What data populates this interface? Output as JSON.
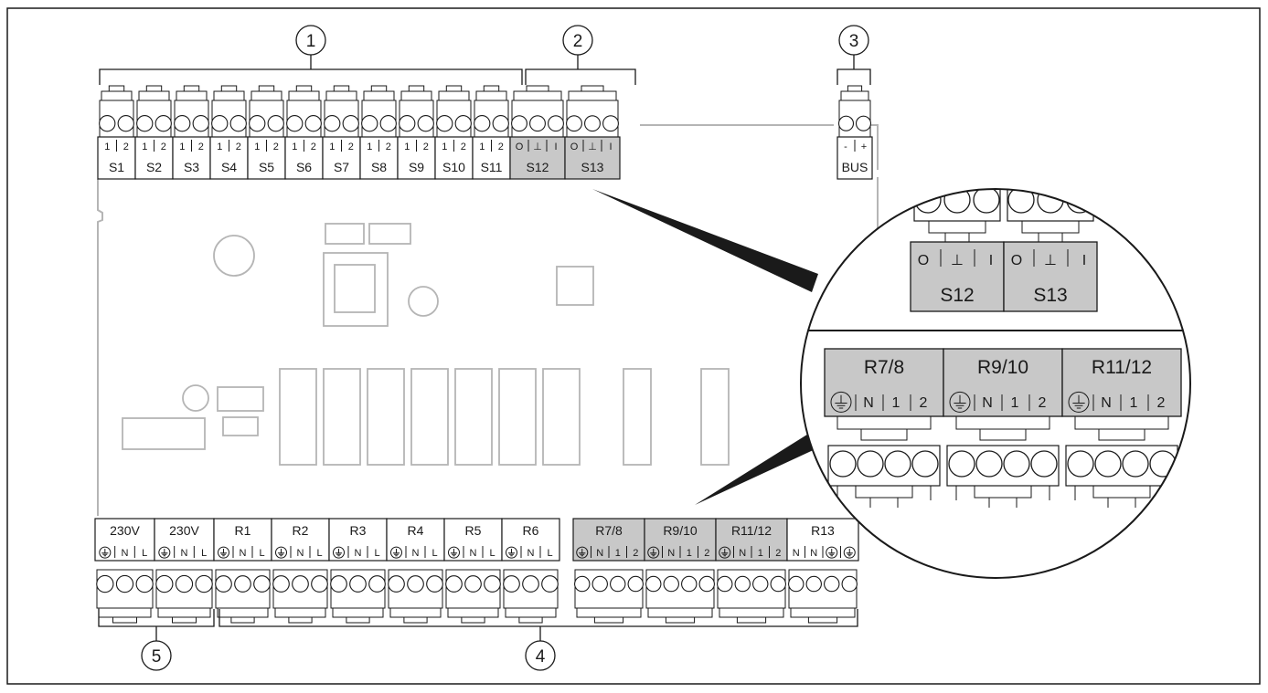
{
  "callouts": [
    "1",
    "2",
    "3",
    "4",
    "5"
  ],
  "top_terminals": [
    {
      "label": "S1",
      "pins": [
        "1",
        "2"
      ],
      "highlight": false
    },
    {
      "label": "S2",
      "pins": [
        "1",
        "2"
      ],
      "highlight": false
    },
    {
      "label": "S3",
      "pins": [
        "1",
        "2"
      ],
      "highlight": false
    },
    {
      "label": "S4",
      "pins": [
        "1",
        "2"
      ],
      "highlight": false
    },
    {
      "label": "S5",
      "pins": [
        "1",
        "2"
      ],
      "highlight": false
    },
    {
      "label": "S6",
      "pins": [
        "1",
        "2"
      ],
      "highlight": false
    },
    {
      "label": "S7",
      "pins": [
        "1",
        "2"
      ],
      "highlight": false
    },
    {
      "label": "S8",
      "pins": [
        "1",
        "2"
      ],
      "highlight": false
    },
    {
      "label": "S9",
      "pins": [
        "1",
        "2"
      ],
      "highlight": false
    },
    {
      "label": "S10",
      "pins": [
        "1",
        "2"
      ],
      "highlight": false
    },
    {
      "label": "S11",
      "pins": [
        "1",
        "2"
      ],
      "highlight": false
    },
    {
      "label": "S12",
      "pins": [
        "O",
        "⊥",
        "I"
      ],
      "highlight": true
    },
    {
      "label": "S13",
      "pins": [
        "O",
        "⊥",
        "I"
      ],
      "highlight": true
    }
  ],
  "bus_terminal": {
    "label": "BUS",
    "pins": [
      "-",
      "+"
    ]
  },
  "bottom_terminals": [
    {
      "label": "230V",
      "pins": [
        "⏚",
        "N",
        "L"
      ],
      "highlight": false
    },
    {
      "label": "230V",
      "pins": [
        "⏚",
        "N",
        "L"
      ],
      "highlight": false
    },
    {
      "label": "R1",
      "pins": [
        "⏚",
        "N",
        "L"
      ],
      "highlight": false
    },
    {
      "label": "R2",
      "pins": [
        "⏚",
        "N",
        "L"
      ],
      "highlight": false
    },
    {
      "label": "R3",
      "pins": [
        "⏚",
        "N",
        "L"
      ],
      "highlight": false
    },
    {
      "label": "R4",
      "pins": [
        "⏚",
        "N",
        "L"
      ],
      "highlight": false
    },
    {
      "label": "R5",
      "pins": [
        "⏚",
        "N",
        "L"
      ],
      "highlight": false
    },
    {
      "label": "R6",
      "pins": [
        "⏚",
        "N",
        "L"
      ],
      "highlight": false
    },
    {
      "label": "R7/8",
      "pins": [
        "⏚",
        "N",
        "1",
        "2"
      ],
      "highlight": true
    },
    {
      "label": "R9/10",
      "pins": [
        "⏚",
        "N",
        "1",
        "2"
      ],
      "highlight": true
    },
    {
      "label": "R11/12",
      "pins": [
        "⏚",
        "N",
        "1",
        "2"
      ],
      "highlight": true
    },
    {
      "label": "R13",
      "pins": [
        "N",
        "N",
        "⏚",
        "⏚"
      ],
      "highlight": false
    }
  ],
  "zoom_top": [
    {
      "label": "S12",
      "pins": [
        "O",
        "⊥",
        "I"
      ]
    },
    {
      "label": "S13",
      "pins": [
        "O",
        "⊥",
        "I"
      ]
    }
  ],
  "zoom_bottom": [
    {
      "label": "R7/8",
      "pins": [
        "⏚",
        "N",
        "1",
        "2"
      ]
    },
    {
      "label": "R9/10",
      "pins": [
        "⏚",
        "N",
        "1",
        "2"
      ]
    },
    {
      "label": "R11/12",
      "pins": [
        "⏚",
        "N",
        "1",
        "2"
      ]
    }
  ],
  "colors": {
    "line": "#1a1a1a",
    "board": "#b5b5b5",
    "highlight": "#c8c8c8",
    "paper": "#ffffff"
  }
}
